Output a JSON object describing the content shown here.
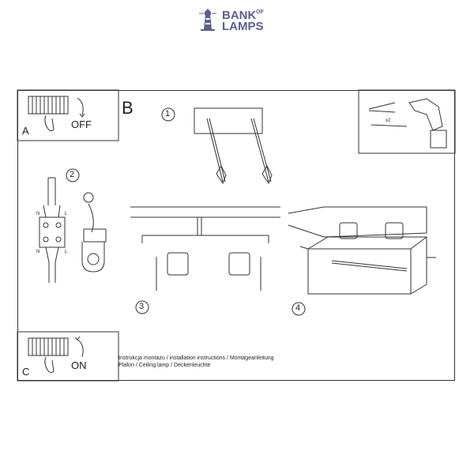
{
  "brand": {
    "line1": "BANK",
    "of": "OF",
    "line2": "LAMPS",
    "color": "#5b5f8f"
  },
  "steps": {
    "A": {
      "letter": "A",
      "text": "OFF"
    },
    "B": {
      "letter": "B"
    },
    "C": {
      "letter": "C",
      "text": "ON"
    }
  },
  "diagram_numbers": [
    "1",
    "2",
    "3",
    "4"
  ],
  "wiring": {
    "n_top": "N",
    "l_top": "L",
    "n_bottom": "N",
    "l_bottom": "L"
  },
  "tools": {
    "quantity": "x2"
  },
  "captions": {
    "line1": "Instrukcja montażu / installation instructions / Montageanleitung",
    "line2": "Plafon / Ceiling lamp / Deckenleuchte"
  }
}
